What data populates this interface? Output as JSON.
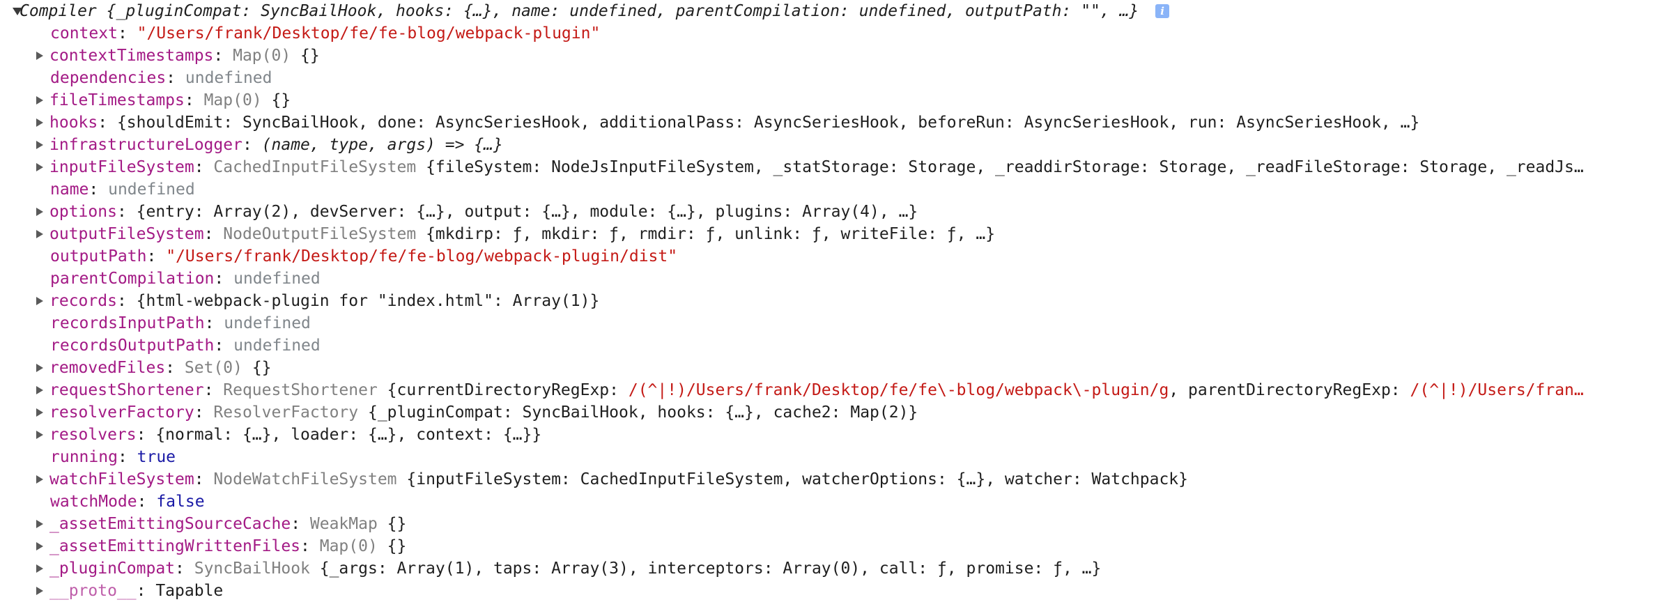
{
  "root": {
    "summary": "Compiler {_pluginCompat: SyncBailHook, hooks: {…}, name: undefined, parentCompilation: undefined, outputPath: \"\", …}",
    "info_icon": "i"
  },
  "rows": [
    {
      "key": "context",
      "expandable": false,
      "type": "",
      "value": "\"/Users/frank/Desktop/fe/fe-blog/webpack-plugin\"",
      "style": "string"
    },
    {
      "key": "contextTimestamps",
      "expandable": true,
      "type": "Map(0)",
      "value": "{}",
      "style": "plain"
    },
    {
      "key": "dependencies",
      "expandable": false,
      "type": "",
      "value": "undefined",
      "style": "undef"
    },
    {
      "key": "fileTimestamps",
      "expandable": true,
      "type": "Map(0)",
      "value": "{}",
      "style": "plain"
    },
    {
      "key": "hooks",
      "expandable": true,
      "type": "",
      "value": "{shouldEmit: SyncBailHook, done: AsyncSeriesHook, additionalPass: AsyncSeriesHook, beforeRun: AsyncSeriesHook, run: AsyncSeriesHook, …}",
      "style": "plain"
    },
    {
      "key": "infrastructureLogger",
      "expandable": true,
      "type": "",
      "value": "(name, type, args) => {…}",
      "style": "italic"
    },
    {
      "key": "inputFileSystem",
      "expandable": true,
      "type": "CachedInputFileSystem",
      "value": "{fileSystem: NodeJsInputFileSystem, _statStorage: Storage, _readdirStorage: Storage, _readFileStorage: Storage, _readJs…",
      "style": "plain"
    },
    {
      "key": "name",
      "expandable": false,
      "type": "",
      "value": "undefined",
      "style": "undef"
    },
    {
      "key": "options",
      "expandable": true,
      "type": "",
      "value": "{entry: Array(2), devServer: {…}, output: {…}, module: {…}, plugins: Array(4), …}",
      "style": "plain"
    },
    {
      "key": "outputFileSystem",
      "expandable": true,
      "type": "NodeOutputFileSystem",
      "value": "{mkdirp: ƒ, mkdir: ƒ, rmdir: ƒ, unlink: ƒ, writeFile: ƒ, …}",
      "style": "plain"
    },
    {
      "key": "outputPath",
      "expandable": false,
      "type": "",
      "value": "\"/Users/frank/Desktop/fe/fe-blog/webpack-plugin/dist\"",
      "style": "string"
    },
    {
      "key": "parentCompilation",
      "expandable": false,
      "type": "",
      "value": "undefined",
      "style": "undef"
    },
    {
      "key": "records",
      "expandable": true,
      "type": "",
      "value": "{html-webpack-plugin for \"index.html\": Array(1)}",
      "style": "plain"
    },
    {
      "key": "recordsInputPath",
      "expandable": false,
      "type": "",
      "value": "undefined",
      "style": "undef"
    },
    {
      "key": "recordsOutputPath",
      "expandable": false,
      "type": "",
      "value": "undefined",
      "style": "undef"
    },
    {
      "key": "removedFiles",
      "expandable": true,
      "type": "Set(0)",
      "value": "{}",
      "style": "plain"
    },
    {
      "key": "requestShortener",
      "expandable": true,
      "type": "RequestShortener",
      "value": "{currentDirectoryRegExp: /(^|!)/Users/frank/Desktop/fe/fe\\-blog/webpack\\-plugin/g, parentDirectoryRegExp: /(^|!)/Users/fran…",
      "style": "regex"
    },
    {
      "key": "resolverFactory",
      "expandable": true,
      "type": "ResolverFactory",
      "value": "{_pluginCompat: SyncBailHook, hooks: {…}, cache2: Map(2)}",
      "style": "plain"
    },
    {
      "key": "resolvers",
      "expandable": true,
      "type": "",
      "value": "{normal: {…}, loader: {…}, context: {…}}",
      "style": "plain"
    },
    {
      "key": "running",
      "expandable": false,
      "type": "",
      "value": "true",
      "style": "bool"
    },
    {
      "key": "watchFileSystem",
      "expandable": true,
      "type": "NodeWatchFileSystem",
      "value": "{inputFileSystem: CachedInputFileSystem, watcherOptions: {…}, watcher: Watchpack}",
      "style": "plain"
    },
    {
      "key": "watchMode",
      "expandable": false,
      "type": "",
      "value": "false",
      "style": "bool"
    },
    {
      "key": "_assetEmittingSourceCache",
      "expandable": true,
      "type": "WeakMap",
      "value": "{}",
      "style": "plain"
    },
    {
      "key": "_assetEmittingWrittenFiles",
      "expandable": true,
      "type": "Map(0)",
      "value": "{}",
      "style": "plain"
    },
    {
      "key": "_pluginCompat",
      "expandable": true,
      "type": "SyncBailHook",
      "value": "{_args: Array(1), taps: Array(3), interceptors: Array(0), call: ƒ, promise: ƒ, …}",
      "style": "plain"
    },
    {
      "key": "__proto__",
      "expandable": true,
      "type": "",
      "value": "Tapable",
      "style": "proto"
    }
  ],
  "colors": {
    "key": "#a31a85",
    "string": "#c41a16",
    "undefined": "#80868b",
    "bool": "#1a1aa6",
    "classname": "#808080"
  }
}
